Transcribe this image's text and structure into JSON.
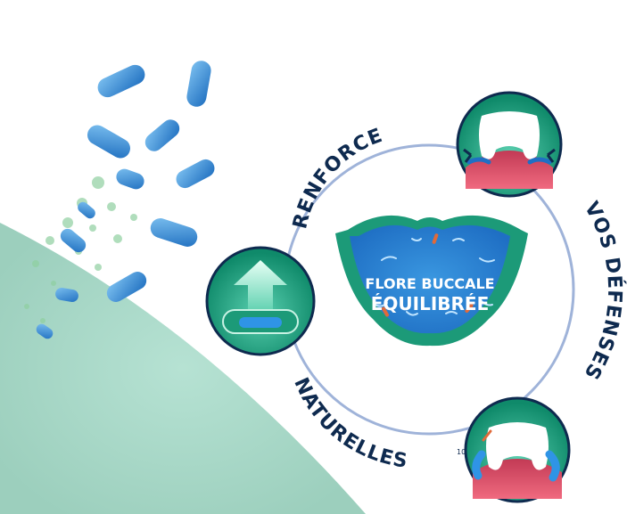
{
  "infographic": {
    "center_line1": "FLORE BUCCALE",
    "center_line2": "ÉQUILIBRÉE",
    "arc_top": "RENFORCE",
    "arc_right": "VOS DÉFENSES",
    "arc_bottom": "NATURELLES",
    "reference_mark": "10"
  },
  "colors": {
    "navy_text": "#0e2a4f",
    "ring": "#9fb3d9",
    "lips_green": "#1c9a78",
    "lips_blue": "#2a7fd0",
    "mint_background": "#a6d8c8",
    "bacteria_blue": "#3a8fd8",
    "gum_red": "#e35068"
  },
  "icons": [
    "bacteria-illustration",
    "lips-icon",
    "tooth-defense-icon",
    "arrow-up-icon",
    "tooth-bacteria-icon"
  ]
}
